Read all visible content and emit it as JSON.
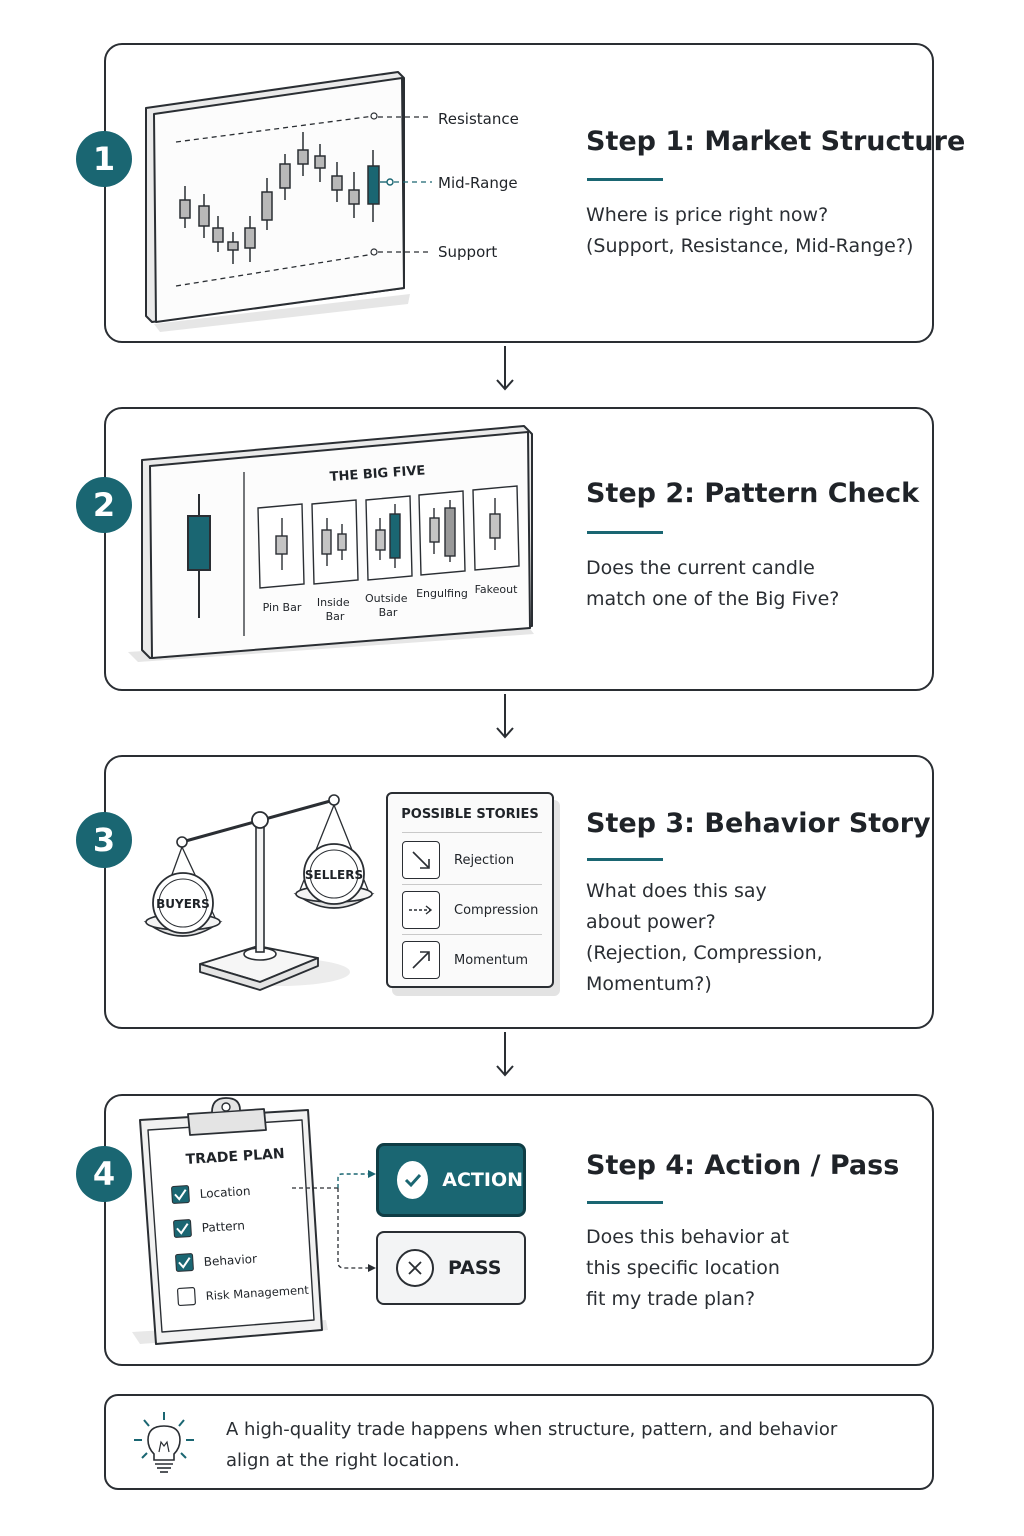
{
  "steps": [
    {
      "number": "1",
      "title": "Step 1: Market Structure",
      "description": [
        "Where is price right now?",
        "(Support, Resistance, Mid-Range?)"
      ],
      "chart_labels": {
        "resistance": "Resistance",
        "mid_range": "Mid-Range",
        "support": "Support"
      }
    },
    {
      "number": "2",
      "title": "Step 2: Pattern Check",
      "description": [
        "Does the current candle",
        "match one of the Big Five?"
      ],
      "panel_title": "THE BIG FIVE",
      "patterns": [
        {
          "label_lines": [
            "Pin Bar"
          ]
        },
        {
          "label_lines": [
            "Inside",
            "Bar"
          ]
        },
        {
          "label_lines": [
            "Outside",
            "Bar"
          ]
        },
        {
          "label_lines": [
            "Engulfing"
          ]
        },
        {
          "label_lines": [
            "Fakeout"
          ]
        }
      ]
    },
    {
      "number": "3",
      "title": "Step 3: Behavior Story",
      "description": [
        "What does this say",
        "about power?",
        "(Rejection, Compression,",
        "Momentum?)"
      ],
      "scale": {
        "left": "BUYERS",
        "right": "SELLERS"
      },
      "stories": {
        "title": "POSSIBLE STORIES",
        "items": [
          {
            "label": "Rejection",
            "icon": "arrow-down-right-icon"
          },
          {
            "label": "Compression",
            "icon": "dashed-arrow-right-icon"
          },
          {
            "label": "Momentum",
            "icon": "arrow-up-right-icon"
          }
        ]
      }
    },
    {
      "number": "4",
      "title": "Step 4: Action / Pass",
      "description": [
        "Does this behavior at",
        "this specific location",
        "fit my trade plan?"
      ],
      "plan": {
        "title": "TRADE PLAN",
        "items": [
          {
            "label": "Location",
            "checked": true
          },
          {
            "label": "Pattern",
            "checked": true
          },
          {
            "label": "Behavior",
            "checked": true
          },
          {
            "label": "Risk Management",
            "checked": false
          }
        ]
      },
      "action_label": "ACTION",
      "pass_label": "PASS"
    }
  ],
  "tip": {
    "icon": "lightbulb-icon",
    "lines": [
      "A high-quality trade happens when structure, pattern, and behavior",
      "align at the right location."
    ]
  },
  "colors": {
    "accent": "#1a6672",
    "outline": "#2a2e33",
    "candle_gray": "#b8b8b8"
  }
}
